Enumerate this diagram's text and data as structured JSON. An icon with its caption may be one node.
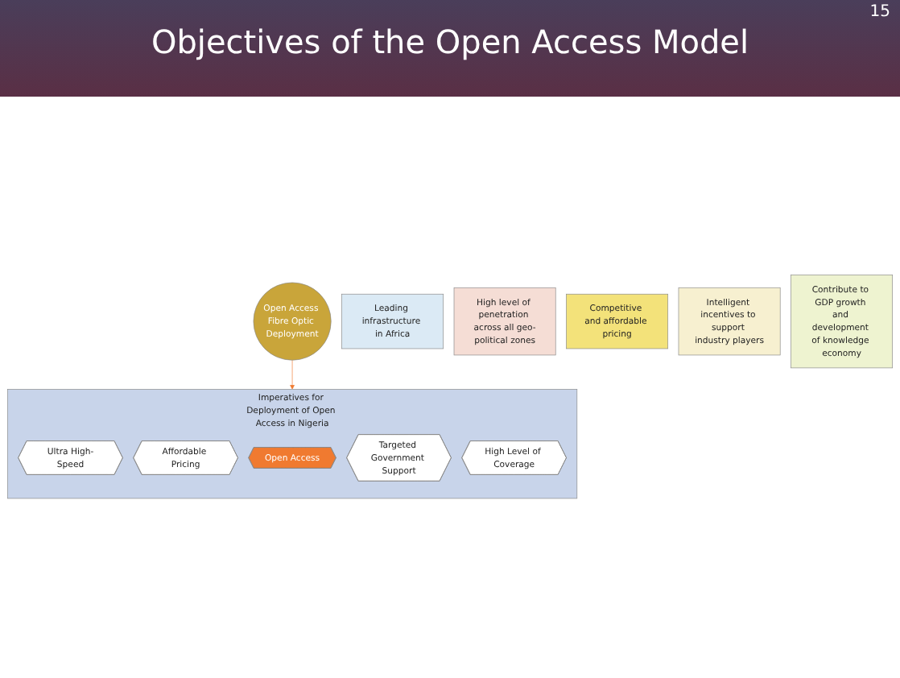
{
  "diagram": {
    "title": "Objectives of the Open Access  Model",
    "nodes": [
      {
        "text": [
          "Open Access Fibre Optic Deployment"
        ]
      },
      {
        "text": [
          "Leading infrastructure in Africa"
        ]
      },
      {
        "text": [
          "High level of penetration across all geo-political zones"
        ]
      },
      {
        "text": [
          "Competitive and affordable pricing"
        ]
      },
      {
        "text": [
          "Intelligent incentives to support industry players"
        ]
      },
      {
        "text": [
          "Contribute to GDP growth and development of knowledge economy"
        ]
      },
      {
        "text": [
          "Imperatives for Deployment of Open Access in Nigeria"
        ]
      },
      {
        "text": [
          "Ultra High-Speed"
        ],
        "in": 6
      },
      {
        "text": [
          "Affordable Pricing"
        ],
        "in": 6
      },
      {
        "text": [
          "Open Access"
        ],
        "in": 6
      },
      {
        "text": [
          "Targeted Government Support"
        ],
        "in": 6
      },
      {
        "text": [
          "High Level of Coverage"
        ],
        "in": 6
      }
    ],
    "edges": [
      {
        "from": 0,
        "to": 6,
        "arrow": "to",
        "color": "#f07a30"
      }
    ],
    "labels": [
      "15"
    ]
  }
}
